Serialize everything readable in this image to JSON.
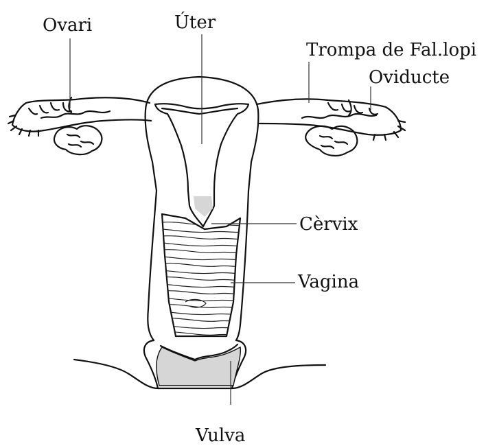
{
  "diagram": {
    "labels": {
      "ovari": "Ovari",
      "uter": "Úter",
      "trompa": "Trompa de Fal.lopi",
      "oviducte": "Oviducte",
      "cervix": "Cèrvix",
      "vagina": "Vagina",
      "vulva": "Vulva"
    },
    "colors": {
      "line": "#111111",
      "shading": "#d6d6d6"
    }
  }
}
